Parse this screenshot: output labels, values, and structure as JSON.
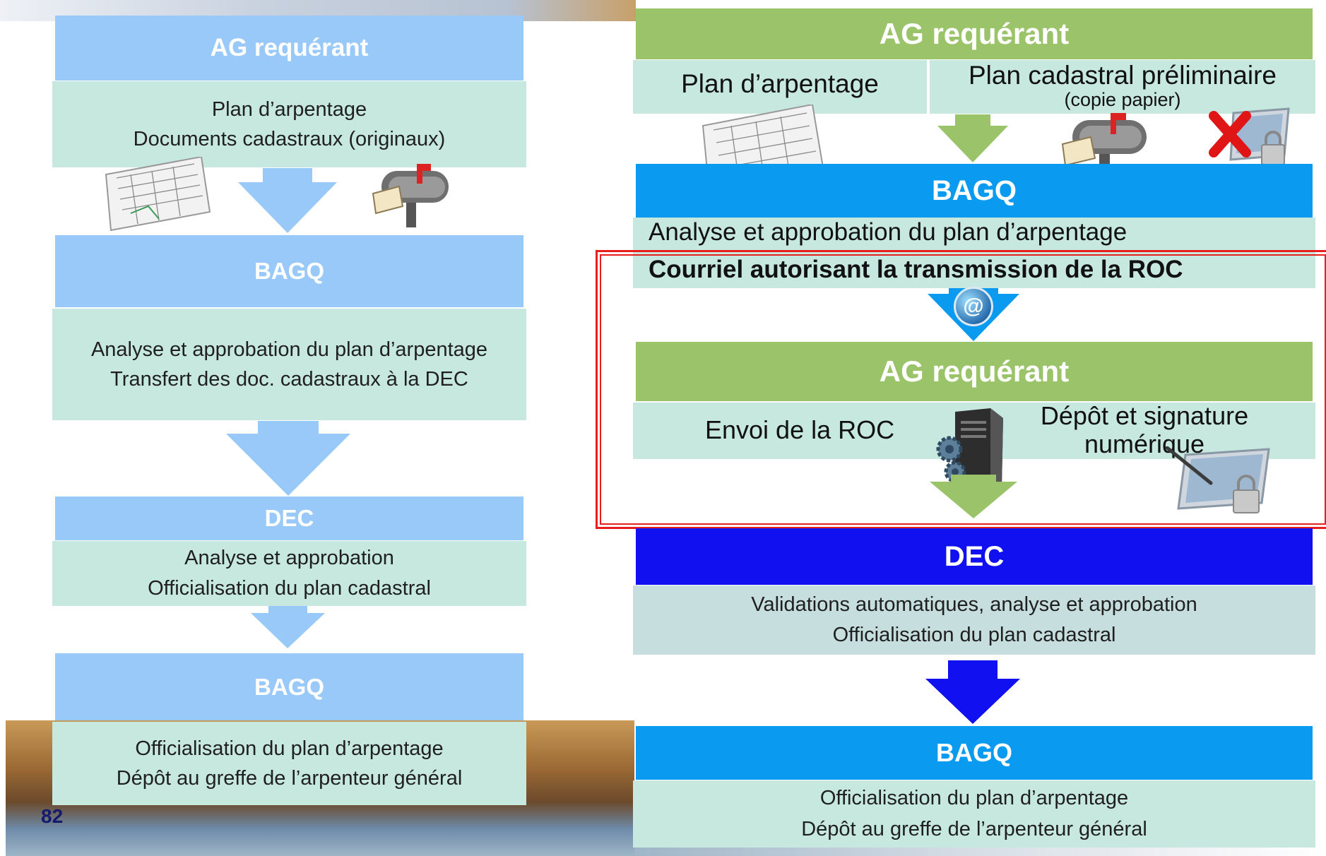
{
  "left": {
    "box1": {
      "title": "AG requérant",
      "lines": [
        "Plan d’arpentage",
        "Documents cadastraux (originaux)"
      ]
    },
    "box2": {
      "title": "BAGQ",
      "lines": [
        "Analyse et approbation du plan d’arpentage",
        "Transfert des doc. cadastraux à la DEC"
      ]
    },
    "box3": {
      "title": "DEC",
      "lines": [
        "Analyse et approbation",
        "Officialisation du plan cadastral"
      ]
    },
    "box4": {
      "title": "BAGQ",
      "lines": [
        "Officialisation du plan d’arpentage",
        "Dépôt au greffe de l’arpenteur général"
      ]
    }
  },
  "right": {
    "box1": {
      "title": "AG requérant",
      "col1": "Plan d’arpentage",
      "col2": "Plan cadastral préliminaire",
      "col2_sub": "(copie papier)"
    },
    "box2": {
      "title": "BAGQ",
      "line1": "Analyse et approbation du plan d’arpentage",
      "line2": "Courriel autorisant la transmission de la ROC"
    },
    "box3": {
      "title": "AG requérant",
      "col1": "Envoi de la ROC",
      "col2_line1": "Dépôt et signature",
      "col2_line2": "numérique"
    },
    "box4": {
      "title": "DEC",
      "lines": [
        "Validations automatiques, analyse et approbation",
        "Officialisation du plan cadastral"
      ]
    },
    "box5": {
      "title": "BAGQ",
      "lines": [
        "Officialisation du plan d’arpentage",
        "Dépôt au greffe de l’arpenteur général"
      ]
    }
  },
  "icons": {
    "email": "@"
  },
  "page_number": "82",
  "colors": {
    "light_blue": "#99c9f8",
    "mint": "#c7e8df",
    "green": "#9bc46a",
    "bright_blue": "#0a9bf0",
    "deep_blue": "#1010f0",
    "highlight": "#e61e1e"
  }
}
